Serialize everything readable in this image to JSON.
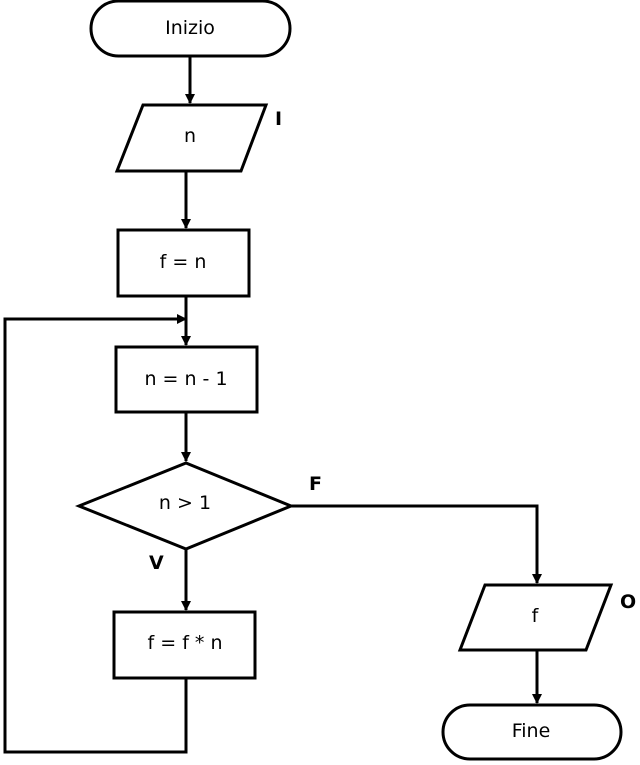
{
  "nodes": {
    "start": "Inizio",
    "input": "n",
    "assign_f": "f = n",
    "decrement": "n = n - 1",
    "condition": "n > 1",
    "multiply": "f = f * n",
    "output": "f",
    "end": "Fine"
  },
  "tags": {
    "input_marker": "I",
    "output_marker": "O",
    "true_branch": "V",
    "false_branch": "F"
  },
  "colors": {
    "stroke": "#000000",
    "fill": "#ffffff"
  }
}
